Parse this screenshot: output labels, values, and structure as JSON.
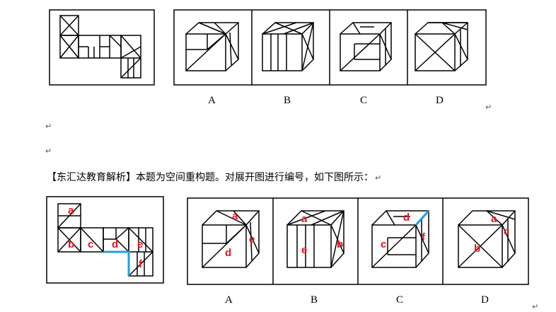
{
  "question": {
    "option_labels": [
      "A",
      "B",
      "C",
      "D"
    ]
  },
  "analysis": {
    "heading": "【东汇达教育解析】本题为空间重构题。对展开图进行编号，如下图所示：",
    "face_labels": [
      "a",
      "b",
      "c",
      "d",
      "e",
      "f"
    ],
    "answer_labels": {
      "A": [
        "a",
        "e",
        "d"
      ],
      "B": [
        "a",
        "e",
        "b"
      ],
      "C": [
        "d",
        "f",
        "c"
      ],
      "D": [
        "a",
        "c",
        "b"
      ]
    },
    "option_labels": [
      "A",
      "B",
      "C",
      "D"
    ]
  },
  "paragraph_marks": [
    "↵",
    "↵",
    "↵",
    "↵",
    "↵",
    "↵"
  ],
  "colors": {
    "highlight": "#1fa0e0",
    "label": "#e8141c"
  }
}
